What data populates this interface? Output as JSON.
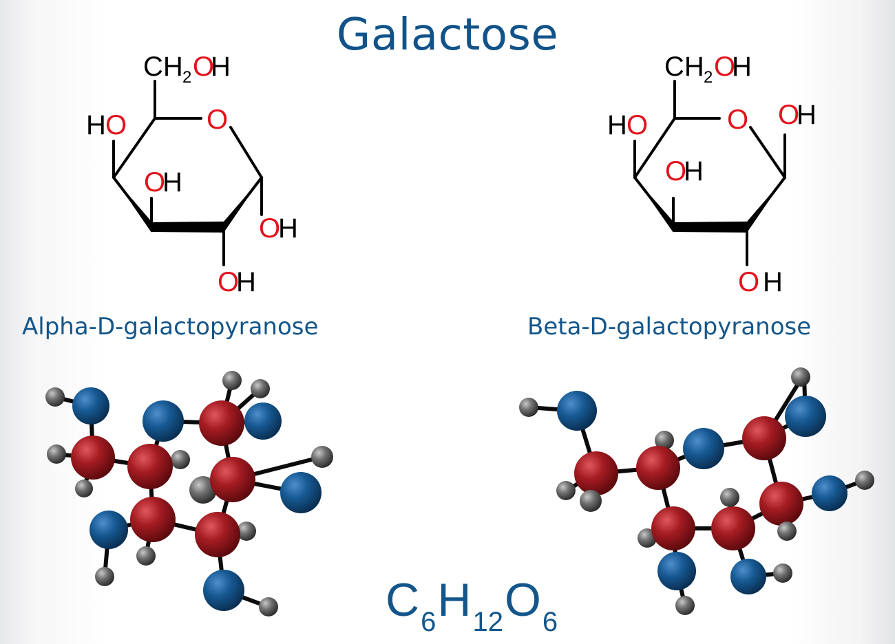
{
  "title": "Galactose",
  "alpha_name": "Alpha-D-galactopyranose",
  "beta_name": "Beta-D-galactopyranose",
  "formula": {
    "c": "C",
    "c_sub": "6",
    "h": "H",
    "h_sub": "12",
    "o": "O",
    "o_sub": "6"
  },
  "colors": {
    "title": "#115389",
    "bond": "#000000",
    "oxygen_label": "#e0131d",
    "carbon_atom": "#a41c22",
    "oxygen_atom": "#175a94",
    "hydrogen_atom": "#707070"
  },
  "atom_labels": {
    "ch2oh_prefix": "CH",
    "ch2oh_sub": "2",
    "o": "O",
    "h": "H"
  },
  "icons": [
    "ball-and-stick-model",
    "skeletal-formula"
  ]
}
